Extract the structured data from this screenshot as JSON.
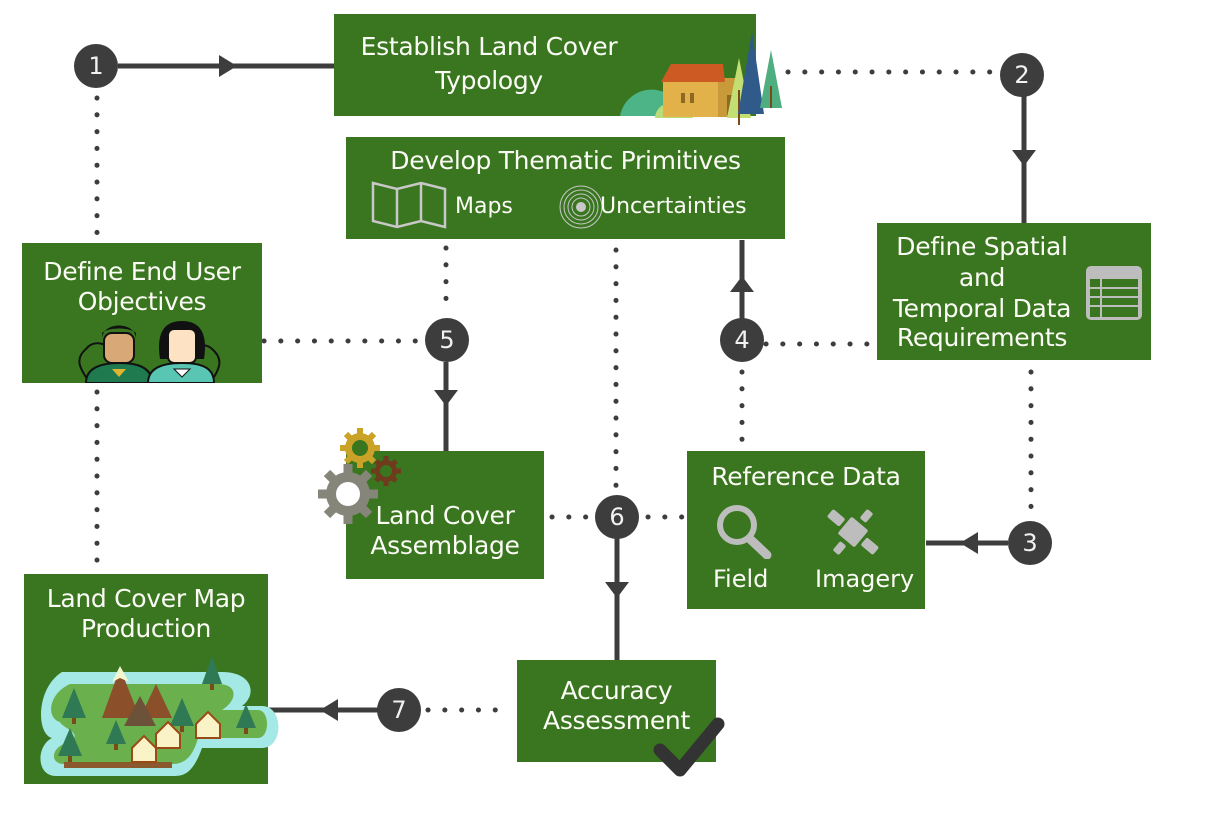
{
  "diagram": {
    "colors": {
      "box_fill": "#39761f",
      "box_text": "#fbfbf5",
      "badge_fill": "#3d3d3d",
      "connector": "#3d3d3d",
      "icon_gray": "#bdbdbd"
    },
    "nodes": {
      "typology": {
        "title_line1": "Establish Land Cover",
        "title_line2": "Typology"
      },
      "primitives": {
        "title": "Develop Thematic Primitives",
        "item1": "Maps",
        "item2": "Uncertainties"
      },
      "objectives": {
        "title_line1": "Define End User",
        "title_line2": "Objectives"
      },
      "spatial": {
        "line1": "Define Spatial",
        "line2": "and",
        "line3": "Temporal Data",
        "line4": "Requirements"
      },
      "assemblage": {
        "title_line1": "Land Cover",
        "title_line2": "Assemblage"
      },
      "reference": {
        "title": "Reference Data",
        "item1": "Field",
        "item2": "Imagery"
      },
      "production": {
        "title_line1": "Land Cover Map",
        "title_line2": "Production"
      },
      "accuracy": {
        "title_line1": "Accuracy",
        "title_line2": "Assessment"
      }
    },
    "steps": [
      "1",
      "2",
      "3",
      "4",
      "5",
      "6",
      "7"
    ],
    "edges": [
      {
        "from": "step-1",
        "to": "typology",
        "style": "solid",
        "arrow": "right"
      },
      {
        "from": "typology",
        "to": "step-2",
        "style": "dotted"
      },
      {
        "from": "step-2",
        "to": "spatial",
        "style": "solid",
        "arrow": "down"
      },
      {
        "from": "spatial",
        "to": "step-3",
        "style": "dotted"
      },
      {
        "from": "step-3",
        "to": "reference",
        "style": "solid",
        "arrow": "left"
      },
      {
        "from": "spatial",
        "to": "step-4",
        "style": "dotted"
      },
      {
        "from": "reference",
        "to": "step-4",
        "style": "dotted"
      },
      {
        "from": "step-4",
        "to": "primitives",
        "style": "solid",
        "arrow": "up"
      },
      {
        "from": "objectives",
        "to": "step-5",
        "style": "dotted"
      },
      {
        "from": "primitives",
        "to": "step-5",
        "style": "dotted"
      },
      {
        "from": "step-5",
        "to": "assemblage",
        "style": "solid",
        "arrow": "down"
      },
      {
        "from": "assemblage",
        "to": "step-6",
        "style": "dotted"
      },
      {
        "from": "reference",
        "to": "step-6",
        "style": "dotted"
      },
      {
        "from": "primitives",
        "to": "step-6",
        "style": "dotted"
      },
      {
        "from": "step-6",
        "to": "accuracy",
        "style": "solid",
        "arrow": "down"
      },
      {
        "from": "accuracy",
        "to": "step-7",
        "style": "dotted"
      },
      {
        "from": "step-7",
        "to": "production",
        "style": "solid",
        "arrow": "left"
      },
      {
        "from": "step-1",
        "to": "objectives",
        "style": "dotted"
      },
      {
        "from": "objectives",
        "to": "production",
        "style": "dotted"
      }
    ]
  }
}
